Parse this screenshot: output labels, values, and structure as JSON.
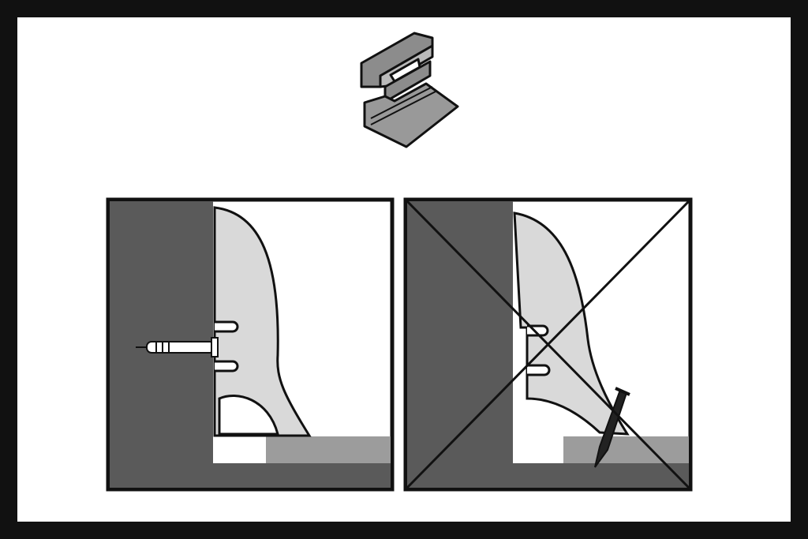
{
  "colors": {
    "frame": "#111111",
    "background": "#ffffff",
    "wall": "#5a5a5a",
    "floor": "#9c9c9c",
    "profile": "#d9d9d9",
    "clip": "#8c8c8c",
    "stroke": "#111111"
  },
  "panels": [
    {
      "id": "correct",
      "method": "clip-and-dowel-mount",
      "crossed_out": false
    },
    {
      "id": "incorrect",
      "method": "nailed-through-profile",
      "crossed_out": true
    }
  ]
}
